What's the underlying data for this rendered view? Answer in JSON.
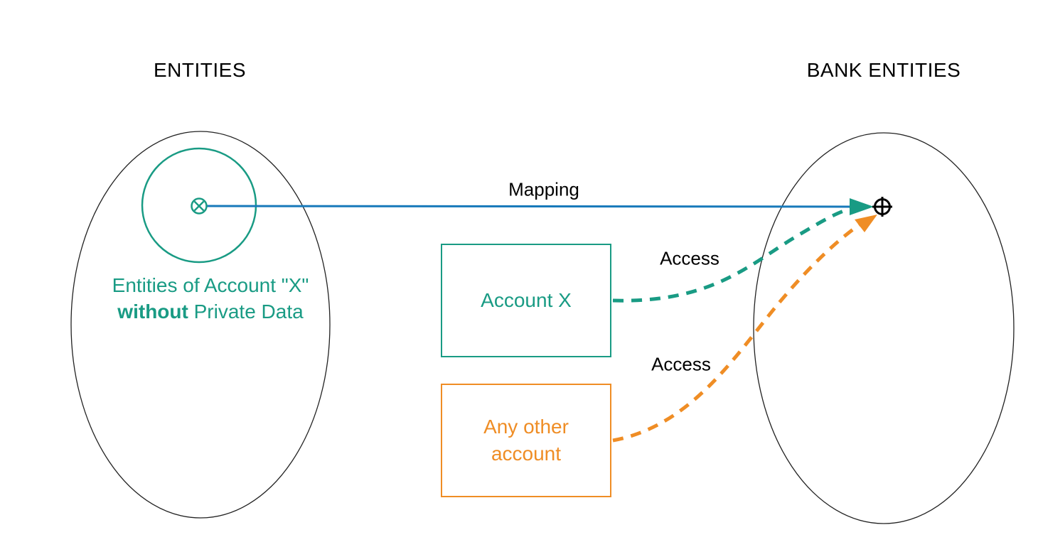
{
  "diagram": {
    "left_group": {
      "title": "ENTITIES",
      "caption_line1": "Entities of Account \"X\"",
      "caption_bold": "without",
      "caption_rest": " Private Data"
    },
    "right_group": {
      "title": "BANK ENTITIES"
    },
    "boxes": [
      {
        "label": "Account X",
        "color": "#199b84"
      },
      {
        "label": "Any other account",
        "color": "#ef8d25"
      }
    ],
    "edges": [
      {
        "label": "Mapping",
        "style": "solid",
        "color": "#1779ba",
        "from": "entities-inner-circle",
        "to": "bank-entities-point"
      },
      {
        "label": "Access",
        "style": "dashed",
        "color": "#199b84",
        "from": "Account X",
        "to": "bank-entities-point"
      },
      {
        "label": "Access",
        "style": "dashed",
        "color": "#ef8d25",
        "from": "Any other account",
        "to": "bank-entities-point"
      }
    ],
    "symbols": {
      "source_point": "circled-x",
      "target_point": "circled-plus"
    },
    "colors": {
      "teal": "#199b84",
      "orange": "#ef8d25",
      "blue": "#1779ba",
      "black": "#000000"
    }
  }
}
